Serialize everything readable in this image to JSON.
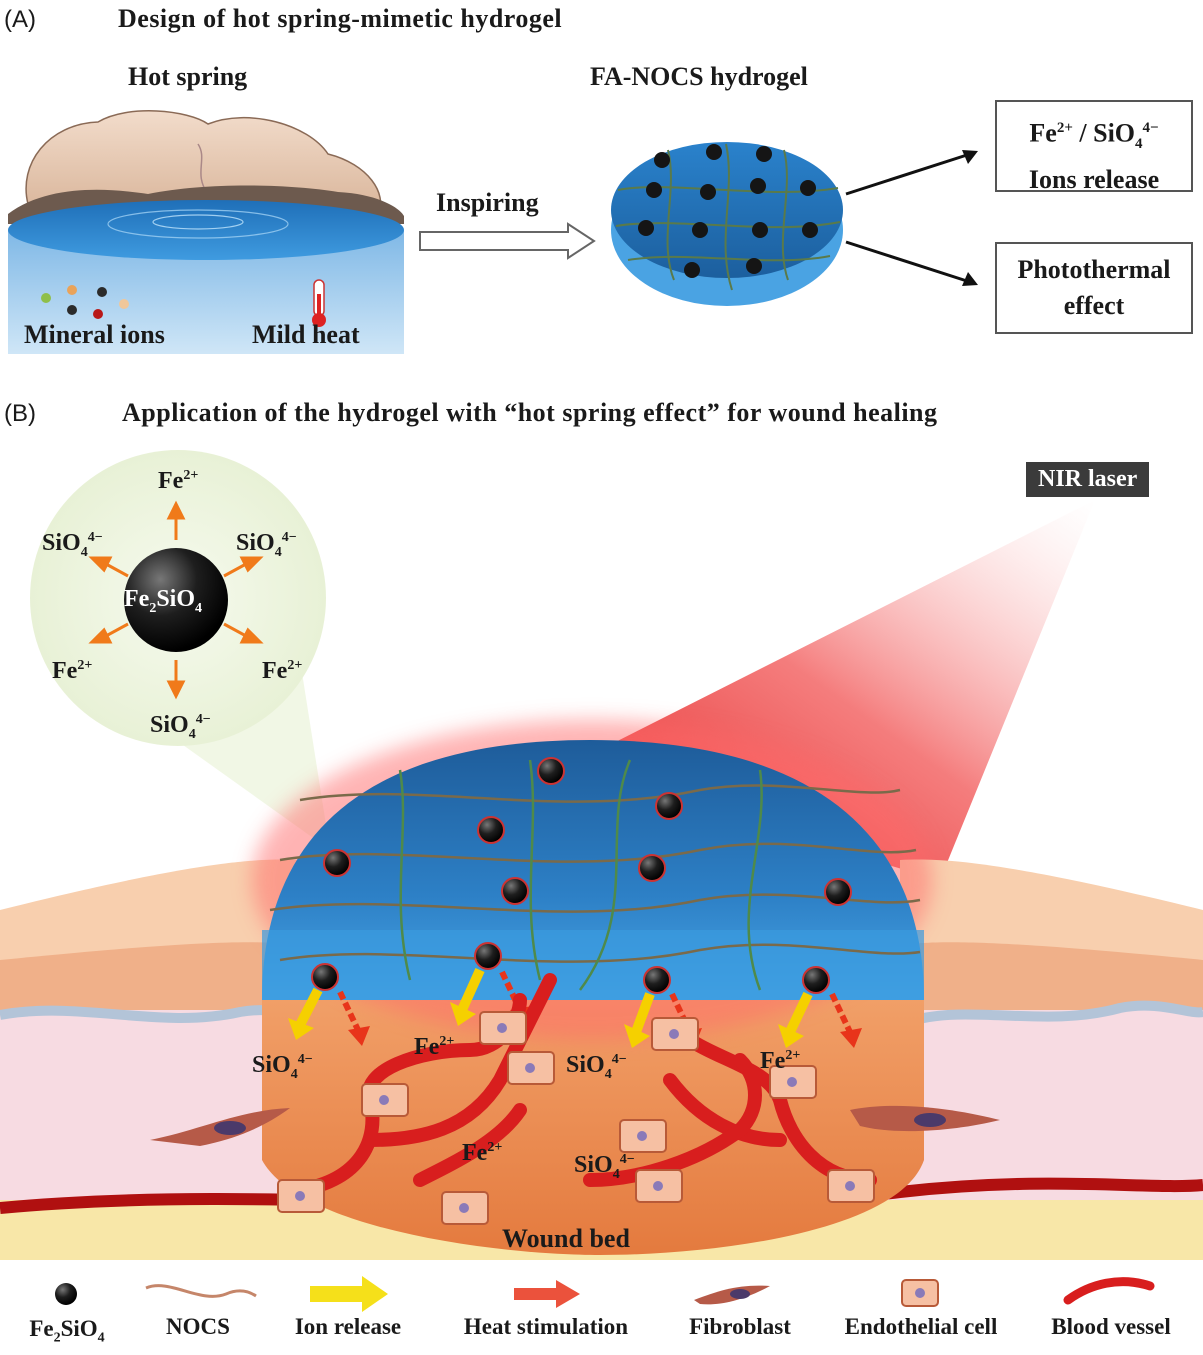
{
  "panel_a": {
    "tag": "(A)",
    "title": "Design  of hot spring-mimetic hydrogel",
    "hot_spring_label": "Hot spring",
    "mineral_ions_label": "Mineral ions",
    "mild_heat_label": "Mild heat",
    "inspiring_label": "Inspiring",
    "hydrogel_label": "FA-NOCS hydrogel",
    "ions_box": {
      "line1_pre": "Fe",
      "line1_sup1": "2+",
      "line1_mid": " / SiO",
      "line1_sub": "4",
      "line1_sup2": "4−",
      "line2": "Ions release"
    },
    "photo_box": {
      "line1": "Photothermal",
      "line2": "effect"
    }
  },
  "panel_b": {
    "tag": "(B)",
    "title": "Application of the hydrogel with “hot spring effect” for wound healing",
    "nir_label": "NIR laser",
    "wound_bed_label": "Wound bed",
    "particle_center": {
      "base": "Fe",
      "sub1": "2",
      "mid": "SiO",
      "sub2": "4"
    },
    "fe_ion": {
      "base": "Fe",
      "sup": "2+"
    },
    "sio_ion": {
      "base": "SiO",
      "sub": "4",
      "sup": "4−"
    }
  },
  "legend": [
    {
      "label": "Fe2SiO4",
      "icon": "particle-icon"
    },
    {
      "label": "NOCS",
      "icon": "nocs-fiber-icon"
    },
    {
      "label": "Ion release",
      "icon": "yellow-arrow-icon"
    },
    {
      "label": "Heat stimulation",
      "icon": "heat-arrow-icon"
    },
    {
      "label": "Fibroblast",
      "icon": "fibroblast-icon"
    },
    {
      "label": "Endothelial cell",
      "icon": "endothelial-cell-icon"
    },
    {
      "label": "Blood vessel",
      "icon": "blood-vessel-icon"
    }
  ],
  "colors": {
    "water": "#2f86c9",
    "skin_top": "#f6c09a",
    "dermis": "#f7d6de",
    "wound": "#e9874e",
    "vessel": "#d81e1e",
    "laser": "#e01515",
    "ion_arrow": "#f5d000",
    "orange_arrow": "#f07a1a"
  }
}
